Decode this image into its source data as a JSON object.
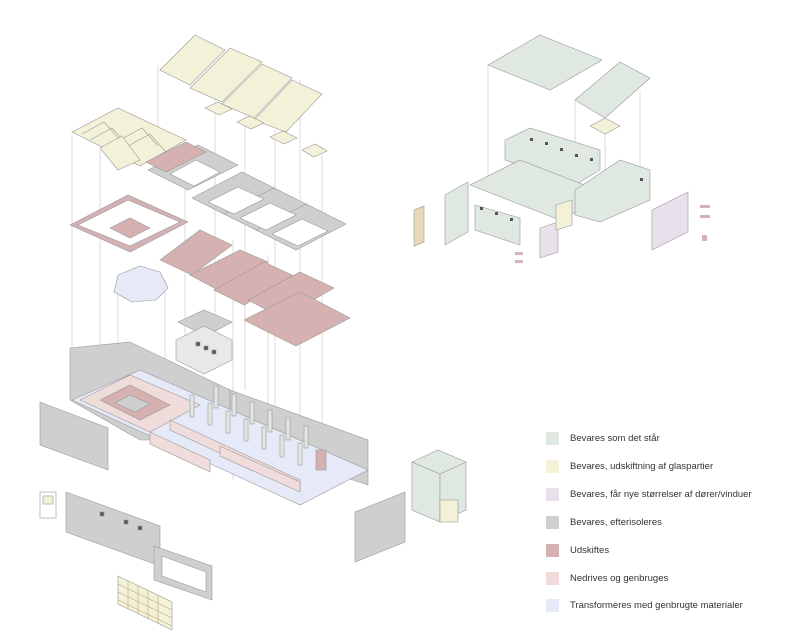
{
  "legend": {
    "items": [
      {
        "label": "Bevares som det står",
        "color": "#dfe9e1"
      },
      {
        "label": "Bevares, udskiftning af glaspartier",
        "color": "#f3f1d8"
      },
      {
        "label": "Bevares, får nye størrelser af dører/vinduer",
        "color": "#e8e0ea"
      },
      {
        "label": "Bevares, efterisoleres",
        "color": "#cfcfcf"
      },
      {
        "label": "Udskiftes",
        "color": "#d5b2b1"
      },
      {
        "label": "Nedrives og genbruges",
        "color": "#f1dcdc"
      },
      {
        "label": "Transformeres med genbrugte materialer",
        "color": "#e6e9f8"
      }
    ]
  },
  "colors": {
    "preserve": "#dfe9e1",
    "glass": "#f3f1d8",
    "resize": "#e8e0ea",
    "insulate": "#cfcfcf",
    "replace": "#d5b2b1",
    "demolish": "#f1dcdc",
    "transform": "#e6e9f8",
    "line": "#9a9a9a"
  }
}
